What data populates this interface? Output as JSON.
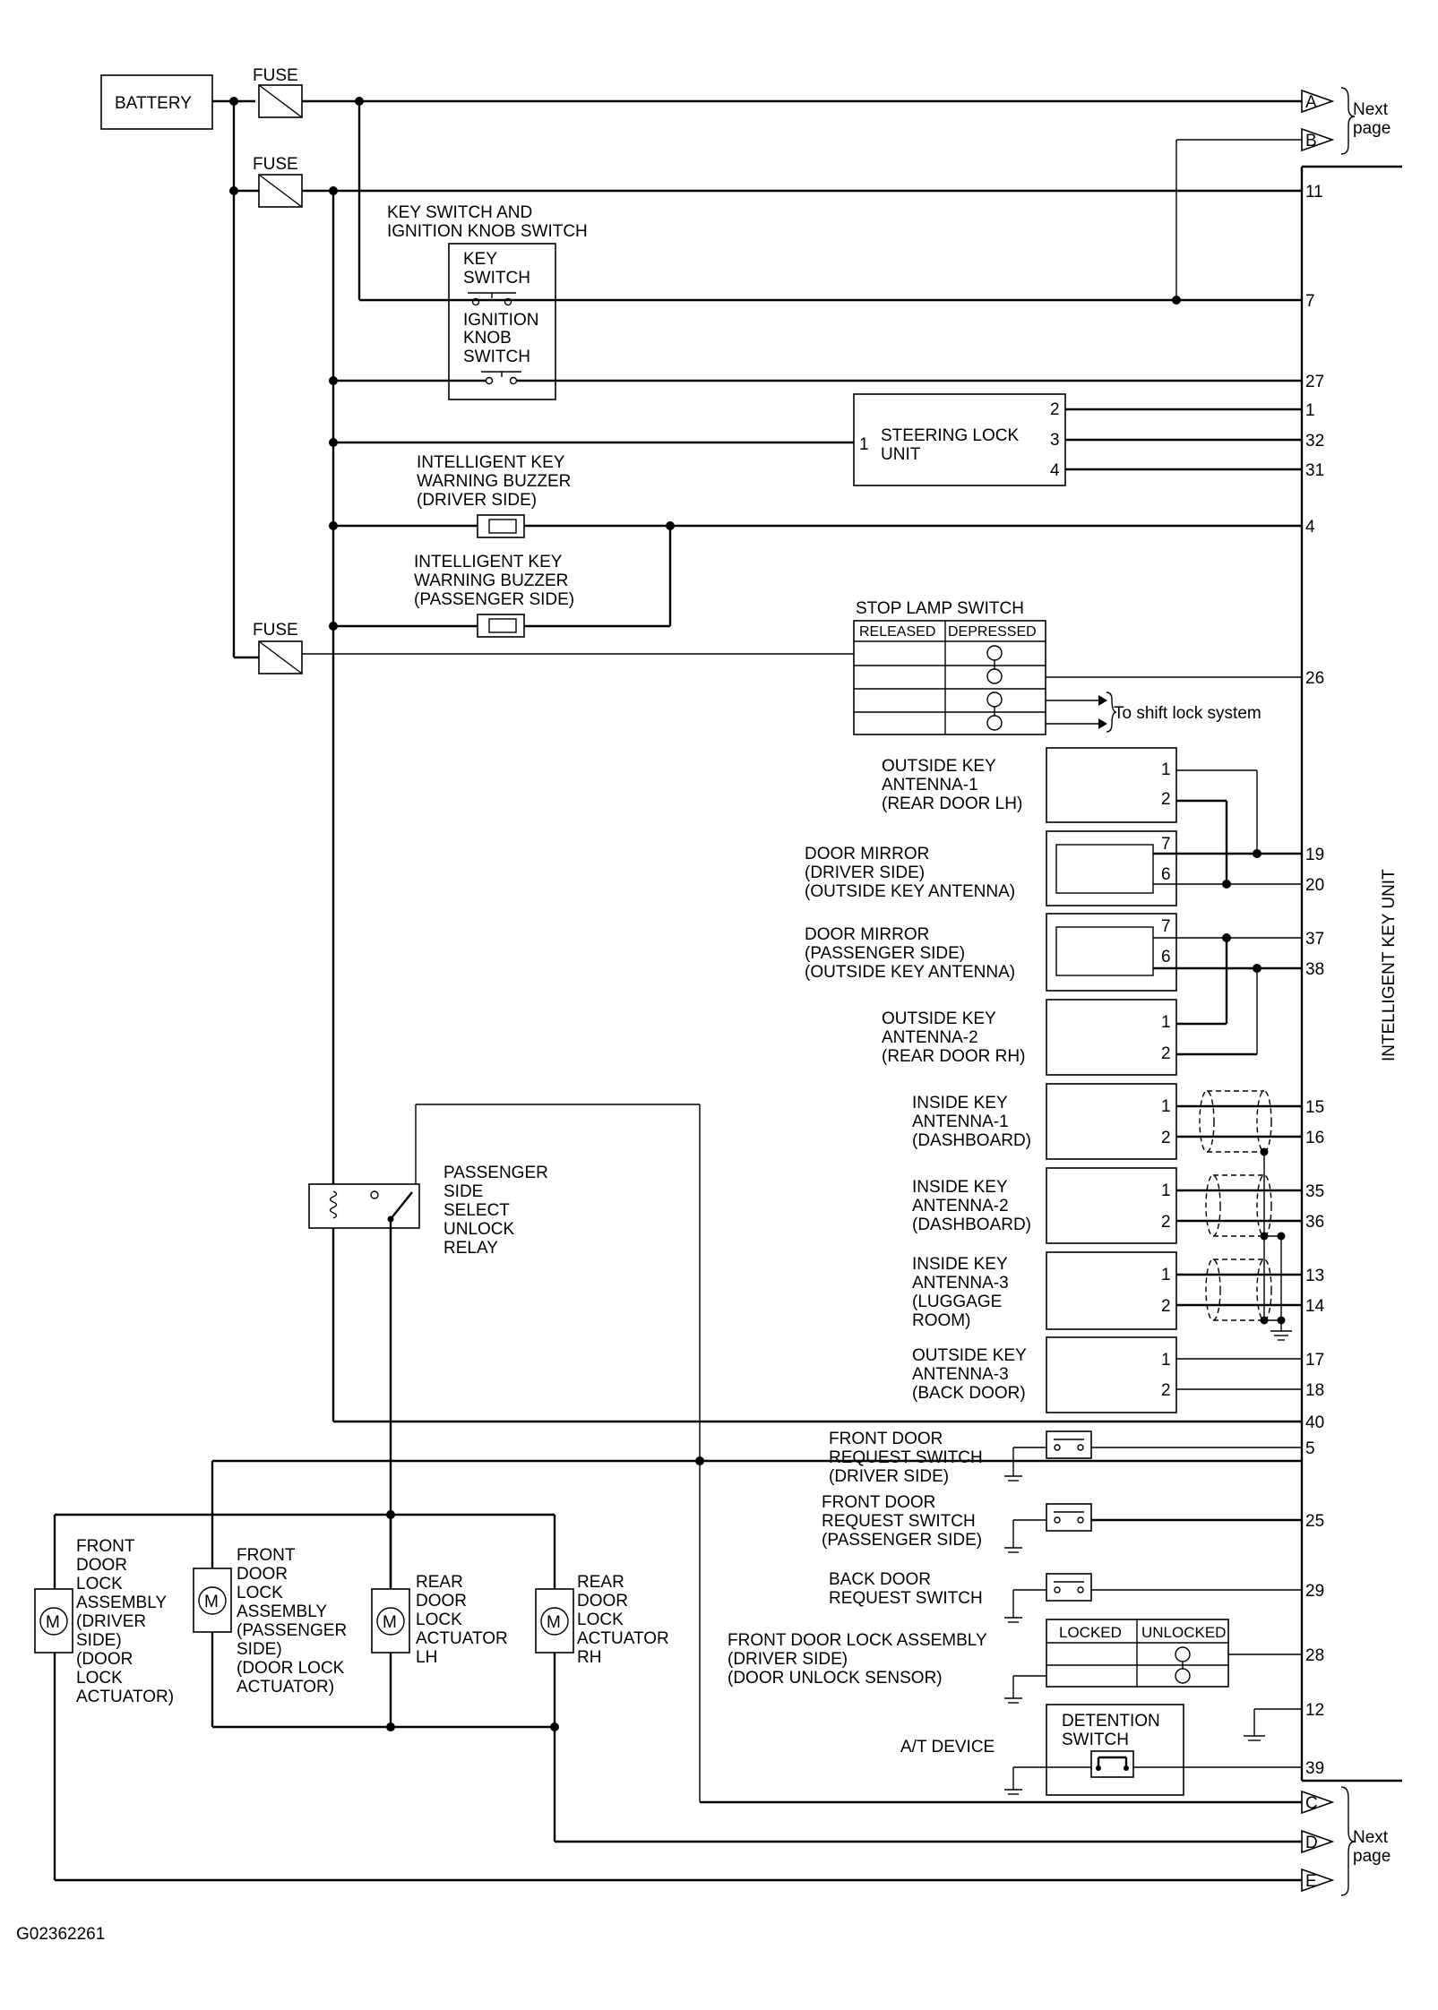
{
  "figure_id": "G02362261",
  "next_page": [
    "Next",
    "page"
  ],
  "unit_label": "INTELLIGENT KEY UNIT",
  "battery": "BATTERY",
  "fuse": "FUSE",
  "connectors": {
    "A": "A",
    "B": "B",
    "C": "C",
    "D": "D",
    "E": "E"
  },
  "key_switch_assembly": [
    "KEY SWITCH AND",
    "IGNITION KNOB SWITCH"
  ],
  "key_switch": [
    "KEY",
    "SWITCH"
  ],
  "ignition_knob_switch": [
    "IGNITION",
    "KNOB",
    "SWITCH"
  ],
  "steering_lock_unit": [
    "STEERING LOCK",
    "UNIT"
  ],
  "buzzer_driver": [
    "INTELLIGENT KEY",
    "WARNING BUZZER",
    "(DRIVER SIDE)"
  ],
  "buzzer_passenger": [
    "INTELLIGENT KEY",
    "WARNING BUZZER",
    "(PASSENGER SIDE)"
  ],
  "stop_lamp_switch": "STOP LAMP SWITCH",
  "stop_lamp_cols": [
    "RELEASED",
    "DEPRESSED"
  ],
  "to_shift_lock": "To shift lock system",
  "outside_key_antenna_1": [
    "OUTSIDE KEY",
    "ANTENNA-1",
    "(REAR DOOR LH)"
  ],
  "door_mirror_driver": [
    "DOOR MIRROR",
    "(DRIVER SIDE)",
    "(OUTSIDE KEY ANTENNA)"
  ],
  "door_mirror_passenger": [
    "DOOR MIRROR",
    "(PASSENGER SIDE)",
    "(OUTSIDE KEY ANTENNA)"
  ],
  "outside_key_antenna_2": [
    "OUTSIDE KEY",
    "ANTENNA-2",
    "(REAR DOOR RH)"
  ],
  "inside_key_antenna_1": [
    "INSIDE KEY",
    "ANTENNA-1",
    "(DASHBOARD)"
  ],
  "inside_key_antenna_2": [
    "INSIDE KEY",
    "ANTENNA-2",
    "(DASHBOARD)"
  ],
  "inside_key_antenna_3": [
    "INSIDE KEY",
    "ANTENNA-3",
    "(LUGGAGE",
    " ROOM)"
  ],
  "outside_key_antenna_3": [
    "OUTSIDE KEY",
    "ANTENNA-3",
    "(BACK DOOR)"
  ],
  "relay": [
    "PASSENGER",
    "SIDE",
    "SELECT",
    "UNLOCK",
    "RELAY"
  ],
  "front_door_request_driver": [
    "FRONT DOOR",
    "REQUEST SWITCH",
    "(DRIVER SIDE)"
  ],
  "front_door_request_passenger": [
    "FRONT DOOR",
    "REQUEST SWITCH",
    "(PASSENGER SIDE)"
  ],
  "back_door_request": [
    "BACK DOOR",
    "REQUEST SWITCH"
  ],
  "door_unlock_sensor": [
    "FRONT DOOR LOCK ASSEMBLY",
    "(DRIVER SIDE)",
    "(DOOR UNLOCK SENSOR)"
  ],
  "lock_cols": [
    "LOCKED",
    "UNLOCKED"
  ],
  "at_device": "A/T DEVICE",
  "detention_switch": [
    "DETENTION",
    "SWITCH"
  ],
  "motor_symbol": "M",
  "actuator_driver": [
    "FRONT",
    "DOOR",
    "LOCK",
    "ASSEMBLY",
    "(DRIVER",
    " SIDE)",
    " (DOOR",
    " LOCK",
    "  ACTUATOR)"
  ],
  "actuator_passenger": [
    "FRONT",
    "DOOR",
    "LOCK",
    "ASSEMBLY",
    "(PASSENGER",
    " SIDE)",
    "(DOOR LOCK",
    " ACTUATOR)"
  ],
  "actuator_rear_lh": [
    "REAR",
    "DOOR",
    "LOCK",
    "ACTUATOR",
    "LH"
  ],
  "actuator_rear_rh": [
    "REAR",
    "DOOR",
    "LOCK",
    "ACTUATOR",
    "RH"
  ],
  "unit_pins": [
    "11",
    "7",
    "27",
    "1",
    "32",
    "31",
    "4",
    "26",
    "19",
    "20",
    "37",
    "38",
    "15",
    "16",
    "35",
    "36",
    "13",
    "14",
    "17",
    "18",
    "40",
    "5",
    "25",
    "29",
    "28",
    "12",
    "39"
  ],
  "component_pins": {
    "steering_lock": [
      "2",
      "1",
      "3",
      "4"
    ],
    "antenna_1_2": [
      "1",
      "2"
    ],
    "mirror": [
      "7",
      "6"
    ]
  }
}
